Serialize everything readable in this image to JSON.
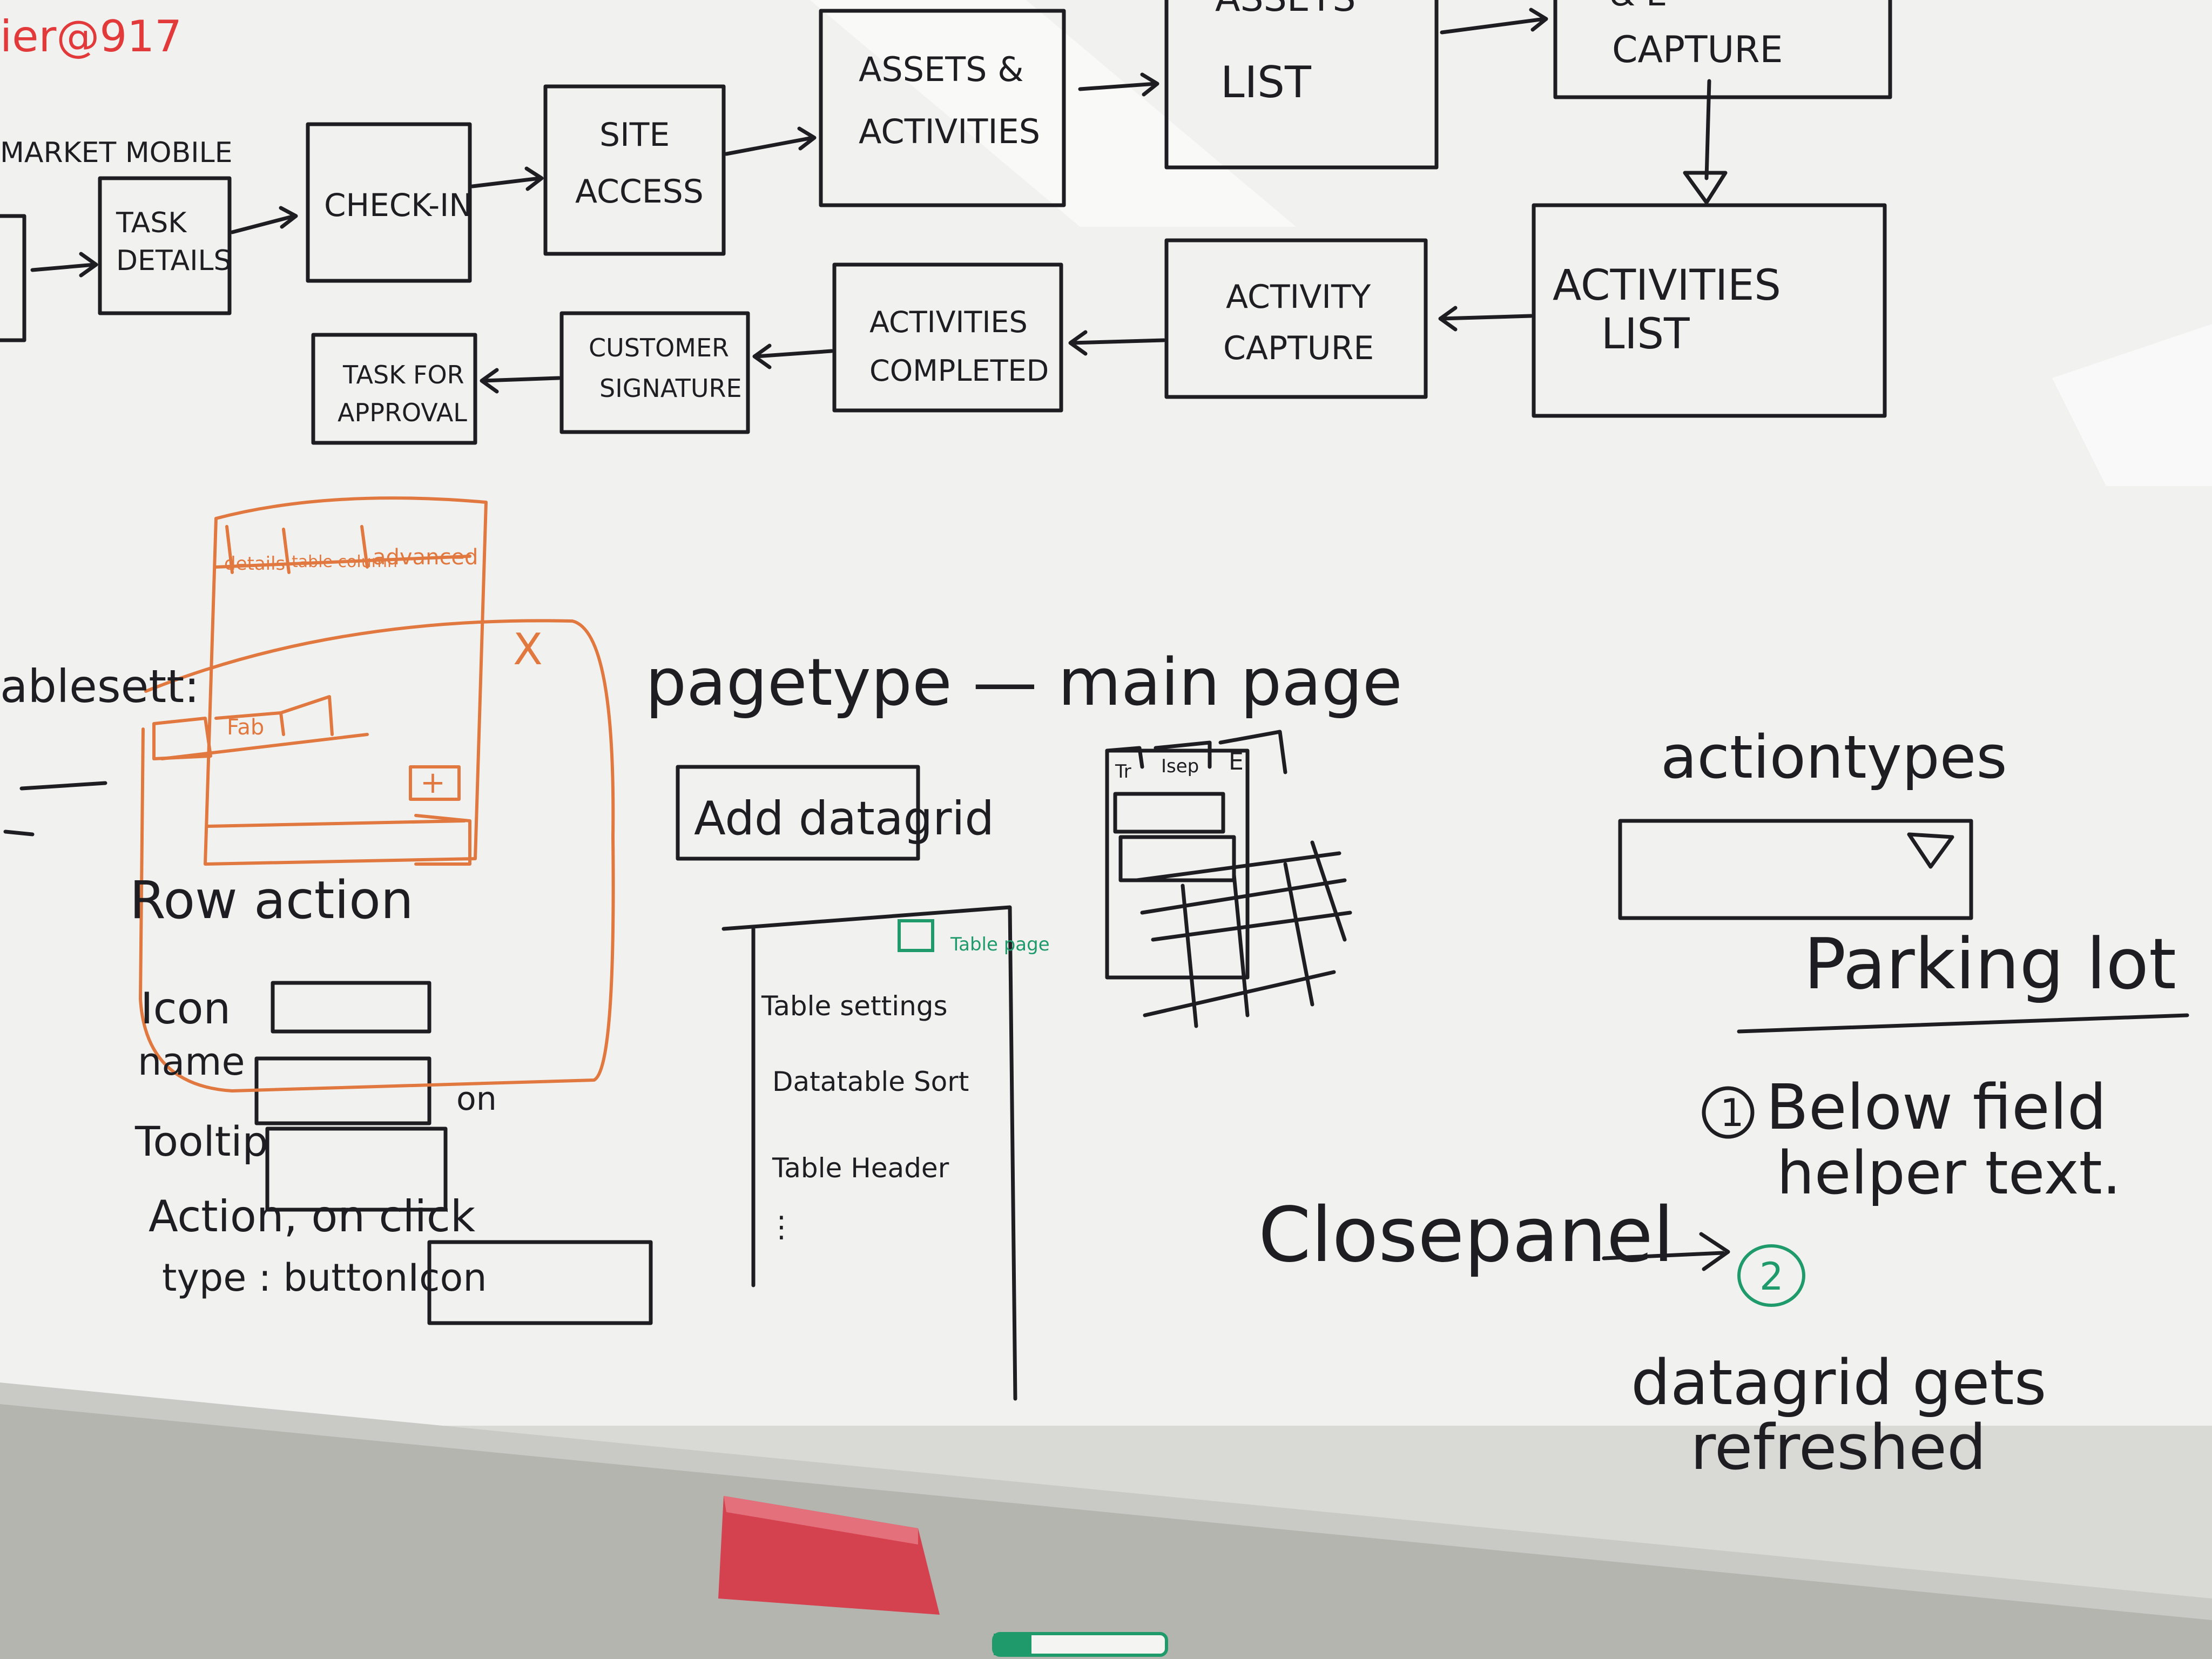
{
  "flow_top": {
    "brand_fragment": "ier@917",
    "subtitle": "MARKET MOBILE",
    "boxes": {
      "task_details": [
        "TASK",
        "DETAILS"
      ],
      "check_in": [
        "CHECK-IN"
      ],
      "site_access": [
        "SITE",
        "ACCESS"
      ],
      "assets_activities": [
        "ASSETS &",
        "ACTIVITIES"
      ],
      "assets_list": [
        "ASSETS",
        "LIST"
      ],
      "capture_top": [
        "& E",
        "CAPTURE"
      ],
      "activities_list": [
        "ACTIVITIES",
        "LIST"
      ],
      "activity_capture": [
        "ACTIVITY",
        "CAPTURE"
      ],
      "activities_completed": [
        "ACTIVITIES",
        "COMPLETED"
      ],
      "customer_signature": [
        "CUSTOMER",
        "SIGNATURE"
      ],
      "task_for_approval": [
        "TASK FOR",
        "APPROVAL"
      ]
    }
  },
  "orange_sketch": {
    "tabs": [
      "details",
      "table column",
      "advanced"
    ],
    "close_mark": "X",
    "tab_small": "Fab",
    "plus_mark": "+"
  },
  "left_notes": {
    "table_settings": "ablesett:",
    "row_action": "Row action",
    "icon": "Icon",
    "name": "name",
    "tooltip": "Tooltip",
    "action_on_click": "Action, on click",
    "type": "type : buttonIcon",
    "on_label": "on"
  },
  "middle": {
    "pagetype": "pagetype — main page",
    "add_datagrid": "Add datagrid",
    "panel_items": [
      "Table settings",
      "Datatable Sort",
      "Table Header"
    ],
    "green_note": "Table page",
    "grid_tabs": [
      "Tr",
      "Isep",
      "E"
    ]
  },
  "right": {
    "actiontypes": "actiontypes",
    "parking_lot": "Parking lot",
    "item1_num": "1",
    "item1": [
      "Below field",
      "helper text."
    ],
    "item2_num": "2",
    "closepanel": "Closepanel",
    "item2": [
      "datagrid gets",
      "refreshed"
    ]
  },
  "colors": {
    "board": "#f2f3f1",
    "ink_black": "#1e1e22",
    "ink_orange": "#e0783f",
    "ink_red": "#e23a3a",
    "ink_green": "#1f9a6a",
    "eraser": "#d4414f",
    "tray": "#b9b9b4"
  }
}
